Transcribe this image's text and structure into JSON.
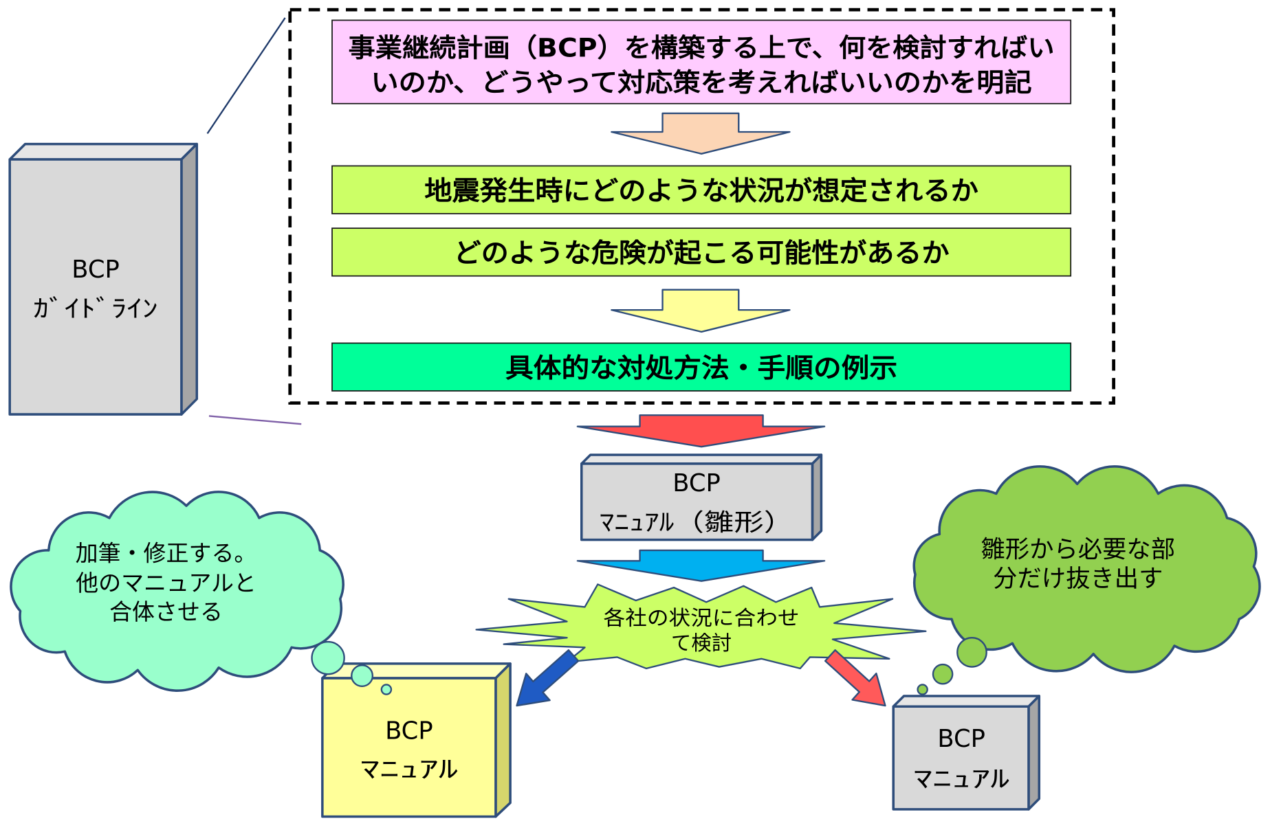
{
  "guideline_book": {
    "line1": "BCP",
    "line2": "ｶﾞｲﾄﾞﾗｲﾝ"
  },
  "guideline_contents": {
    "purpose": {
      "line1": "事業継続計画（BCP）を構築する上で、何を検討すればい",
      "line2": "いのか、どうやって対応策を考えればいいのかを明記"
    },
    "scenario": "地震発生時にどのような状況が想定されるか",
    "risk": "どのような危険が起こる可能性があるか",
    "procedures": "具体的な対処方法・手順の例示"
  },
  "template_manual": {
    "line1": "BCP",
    "line2": "ﾏﾆｭｱﾙ（雛形）"
  },
  "review_burst": {
    "line1": "各社の状況に合わせ",
    "line2": "て検討"
  },
  "left_callout": {
    "lines": [
      "加筆・修正する。",
      "他のマニュアルと",
      "合体させる"
    ]
  },
  "right_callout": {
    "lines": [
      "雛形から必要な部",
      "分だけ抜き出す"
    ]
  },
  "manual_left": {
    "line1": "BCP",
    "line2": "ﾏﾆｭｱﾙ"
  },
  "manual_right": {
    "line1": "BCP",
    "line2": "ﾏﾆｭｱﾙ"
  },
  "colors": {
    "purpose_box": "#ffccff",
    "situation_box": "#ccff66",
    "procedure_box": "#00ff99",
    "arrow_peach": "#fcd5b5",
    "arrow_yellow": "#ffff99",
    "arrow_red": "#ff4f4f",
    "arrow_blue": "#00b0f0",
    "burst": "#ccff66",
    "arrow_diag_blue": "#1f5bc4",
    "arrow_diag_red": "#ff5a5a",
    "cloud_left": "#99ffcc",
    "cloud_right": "#92d050",
    "box_gray": "#d9d9d9",
    "box_yellow": "#ffff99"
  }
}
